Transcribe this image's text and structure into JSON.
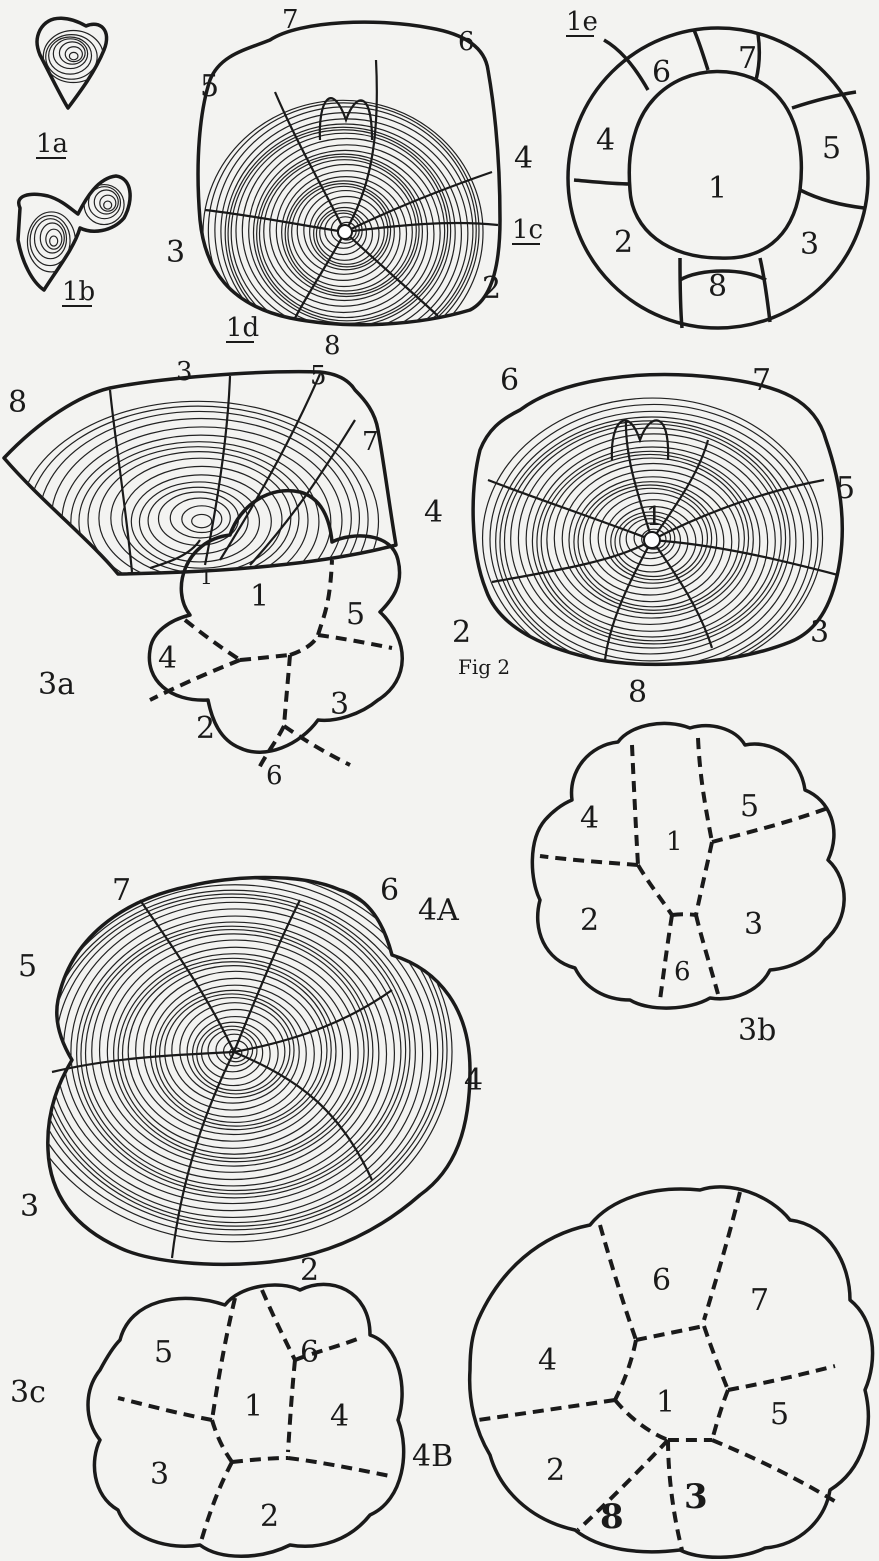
{
  "figures": {
    "f1a": {
      "id": "1a"
    },
    "f1b": {
      "id": "1b"
    },
    "f1c": {
      "id": "1c",
      "chambers": [
        "7",
        "6",
        "5",
        "4",
        "3",
        "2",
        "8"
      ]
    },
    "f1d": {
      "id": "1d",
      "chambers": [
        "8",
        "3",
        "5",
        "7",
        "1"
      ]
    },
    "f1e": {
      "id": "1e",
      "chambers": [
        "1",
        "2",
        "3",
        "4",
        "5",
        "6",
        "7",
        "8"
      ]
    },
    "fig2": {
      "caption": "Fig 2",
      "chambers": [
        "6",
        "7",
        "5",
        "4",
        "1",
        "2",
        "3",
        "8"
      ]
    },
    "f3a": {
      "id": "3a",
      "chambers": [
        "1",
        "5",
        "4",
        "2",
        "3",
        "6"
      ]
    },
    "f3b": {
      "id": "3b",
      "chambers": [
        "4",
        "1",
        "5",
        "2",
        "3",
        "6"
      ]
    },
    "f3c": {
      "id": "3c",
      "chambers": [
        "5",
        "6",
        "1",
        "4",
        "3",
        "2"
      ]
    },
    "f4A": {
      "id": "4A",
      "chambers": [
        "7",
        "6",
        "5",
        "4",
        "3",
        "2"
      ]
    },
    "f4B": {
      "id": "4B",
      "chambers": [
        "4",
        "6",
        "7",
        "1",
        "5",
        "2",
        "3",
        "8"
      ]
    }
  }
}
